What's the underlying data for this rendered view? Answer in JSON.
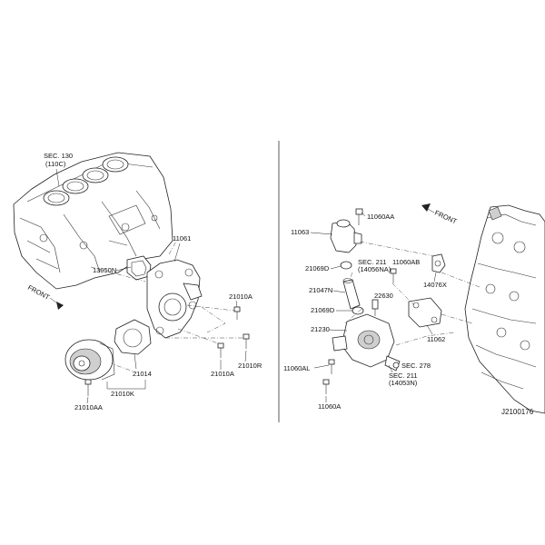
{
  "left": {
    "sec_ref": {
      "line1": "SEC. 130",
      "line2": "(110C)"
    },
    "front": "FRONT",
    "labels": {
      "l11061": "11061",
      "l13050n": "13050N",
      "l21010a": "21010A",
      "l21010a_b": "21010A",
      "l21010r": "21010R",
      "l21014": "21014",
      "l21010k": "21010K",
      "l21010aa": "21010AA"
    }
  },
  "right": {
    "front": "FRONT",
    "labels": {
      "l11060aa": "11060AA",
      "l11063": "11063",
      "l21069d": "21069D",
      "sec211_a1": "SEC. 211",
      "sec211_a2": "(14056NA)",
      "l11060ab": "11060AB",
      "l14076x": "14076X",
      "l21047n": "21047N",
      "l22630": "22630",
      "l21069d_b": "21069D",
      "l21230": "21230",
      "l11062": "11062",
      "l11060al": "11060AL",
      "sec278": "SEC. 278",
      "sec211_b1": "SEC. 211",
      "sec211_b2": "(14053N)",
      "l11060a": "11060A"
    }
  },
  "diagram_code": "J2100176"
}
